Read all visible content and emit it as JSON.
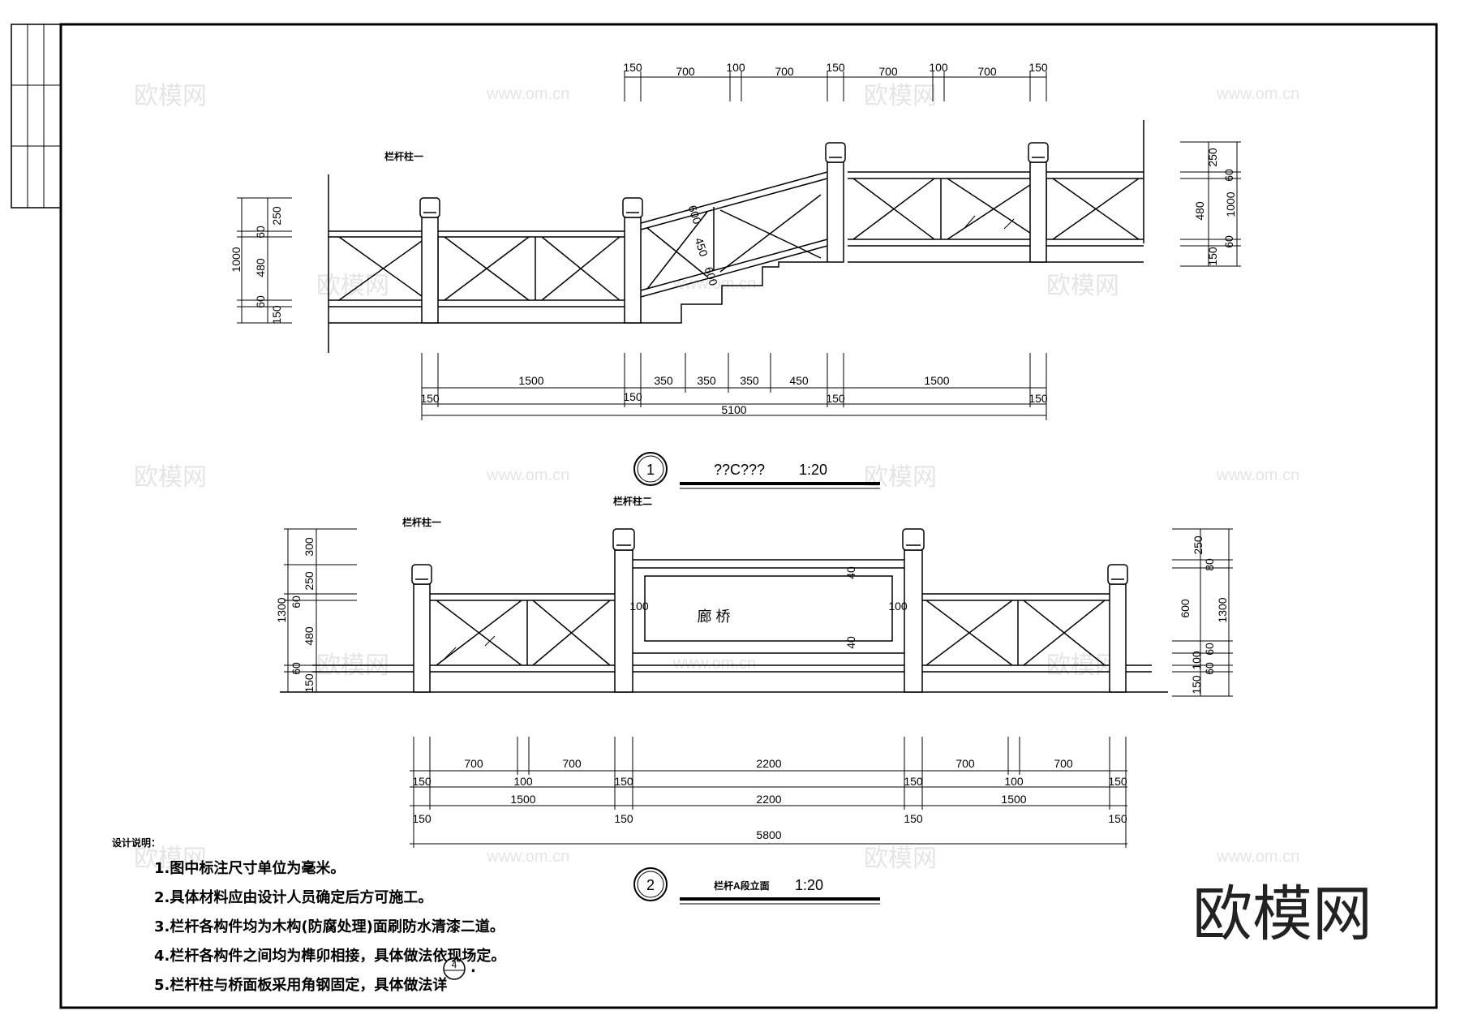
{
  "drawing1": {
    "circle_number": "1",
    "title": "??C???",
    "scale": "1:20",
    "post_label": "栏杆柱一",
    "top_dims": [
      "150",
      "700",
      "100",
      "700",
      "150",
      "700",
      "100",
      "700",
      "150"
    ],
    "left_dims": [
      "1000",
      "60",
      "250",
      "480",
      "60",
      "150"
    ],
    "right_dims": [
      "250",
      "60",
      "480",
      "1000",
      "150",
      "60"
    ],
    "diag_dims": [
      "600",
      "450",
      "600"
    ],
    "bottom_row1": [
      "1500",
      "150",
      "350",
      "350",
      "350",
      "450",
      "1500"
    ],
    "bottom_row2": [
      "150",
      "150",
      "150",
      "150"
    ],
    "total": "5100"
  },
  "drawing2": {
    "circle_number": "2",
    "title": "栏杆A段立面",
    "scale": "1:20",
    "post_label_1": "栏杆柱一",
    "post_label_2": "栏杆柱二",
    "panel_text": "廊 桥",
    "panel_dims": [
      "40",
      "100",
      "100",
      "40"
    ],
    "left_dims": [
      "1300",
      "300",
      "250",
      "60",
      "480",
      "60",
      "150"
    ],
    "right_dims": [
      "250",
      "80",
      "600",
      "1300",
      "60",
      "100",
      "60",
      "150"
    ],
    "bottom_row1": [
      "700",
      "100",
      "700",
      "2200",
      "700",
      "100",
      "700"
    ],
    "bottom_row2": [
      "150",
      "1500",
      "150",
      "2200",
      "150",
      "1500",
      "150"
    ],
    "bottom_row3": [
      "150",
      "150",
      "150",
      "150"
    ],
    "total": "5800"
  },
  "notes": {
    "heading": "设计说明：",
    "items": [
      "1.图中标注尺寸单位为毫米。",
      "2.具体材料应由设计人员确定后方可施工。",
      "3.栏杆各构件均为木构(防腐处理)面刷防水清漆二道。",
      "4.栏杆各构件之间均为榫卯相接，具体做法依现场定。",
      "5.栏杆柱与桥面板采用角钢固定，具体做法详"
    ],
    "detail_ref": "4"
  },
  "watermarks": {
    "brand_small": "欧模网",
    "url": "www.om.cn",
    "brand_large": "欧模网"
  }
}
